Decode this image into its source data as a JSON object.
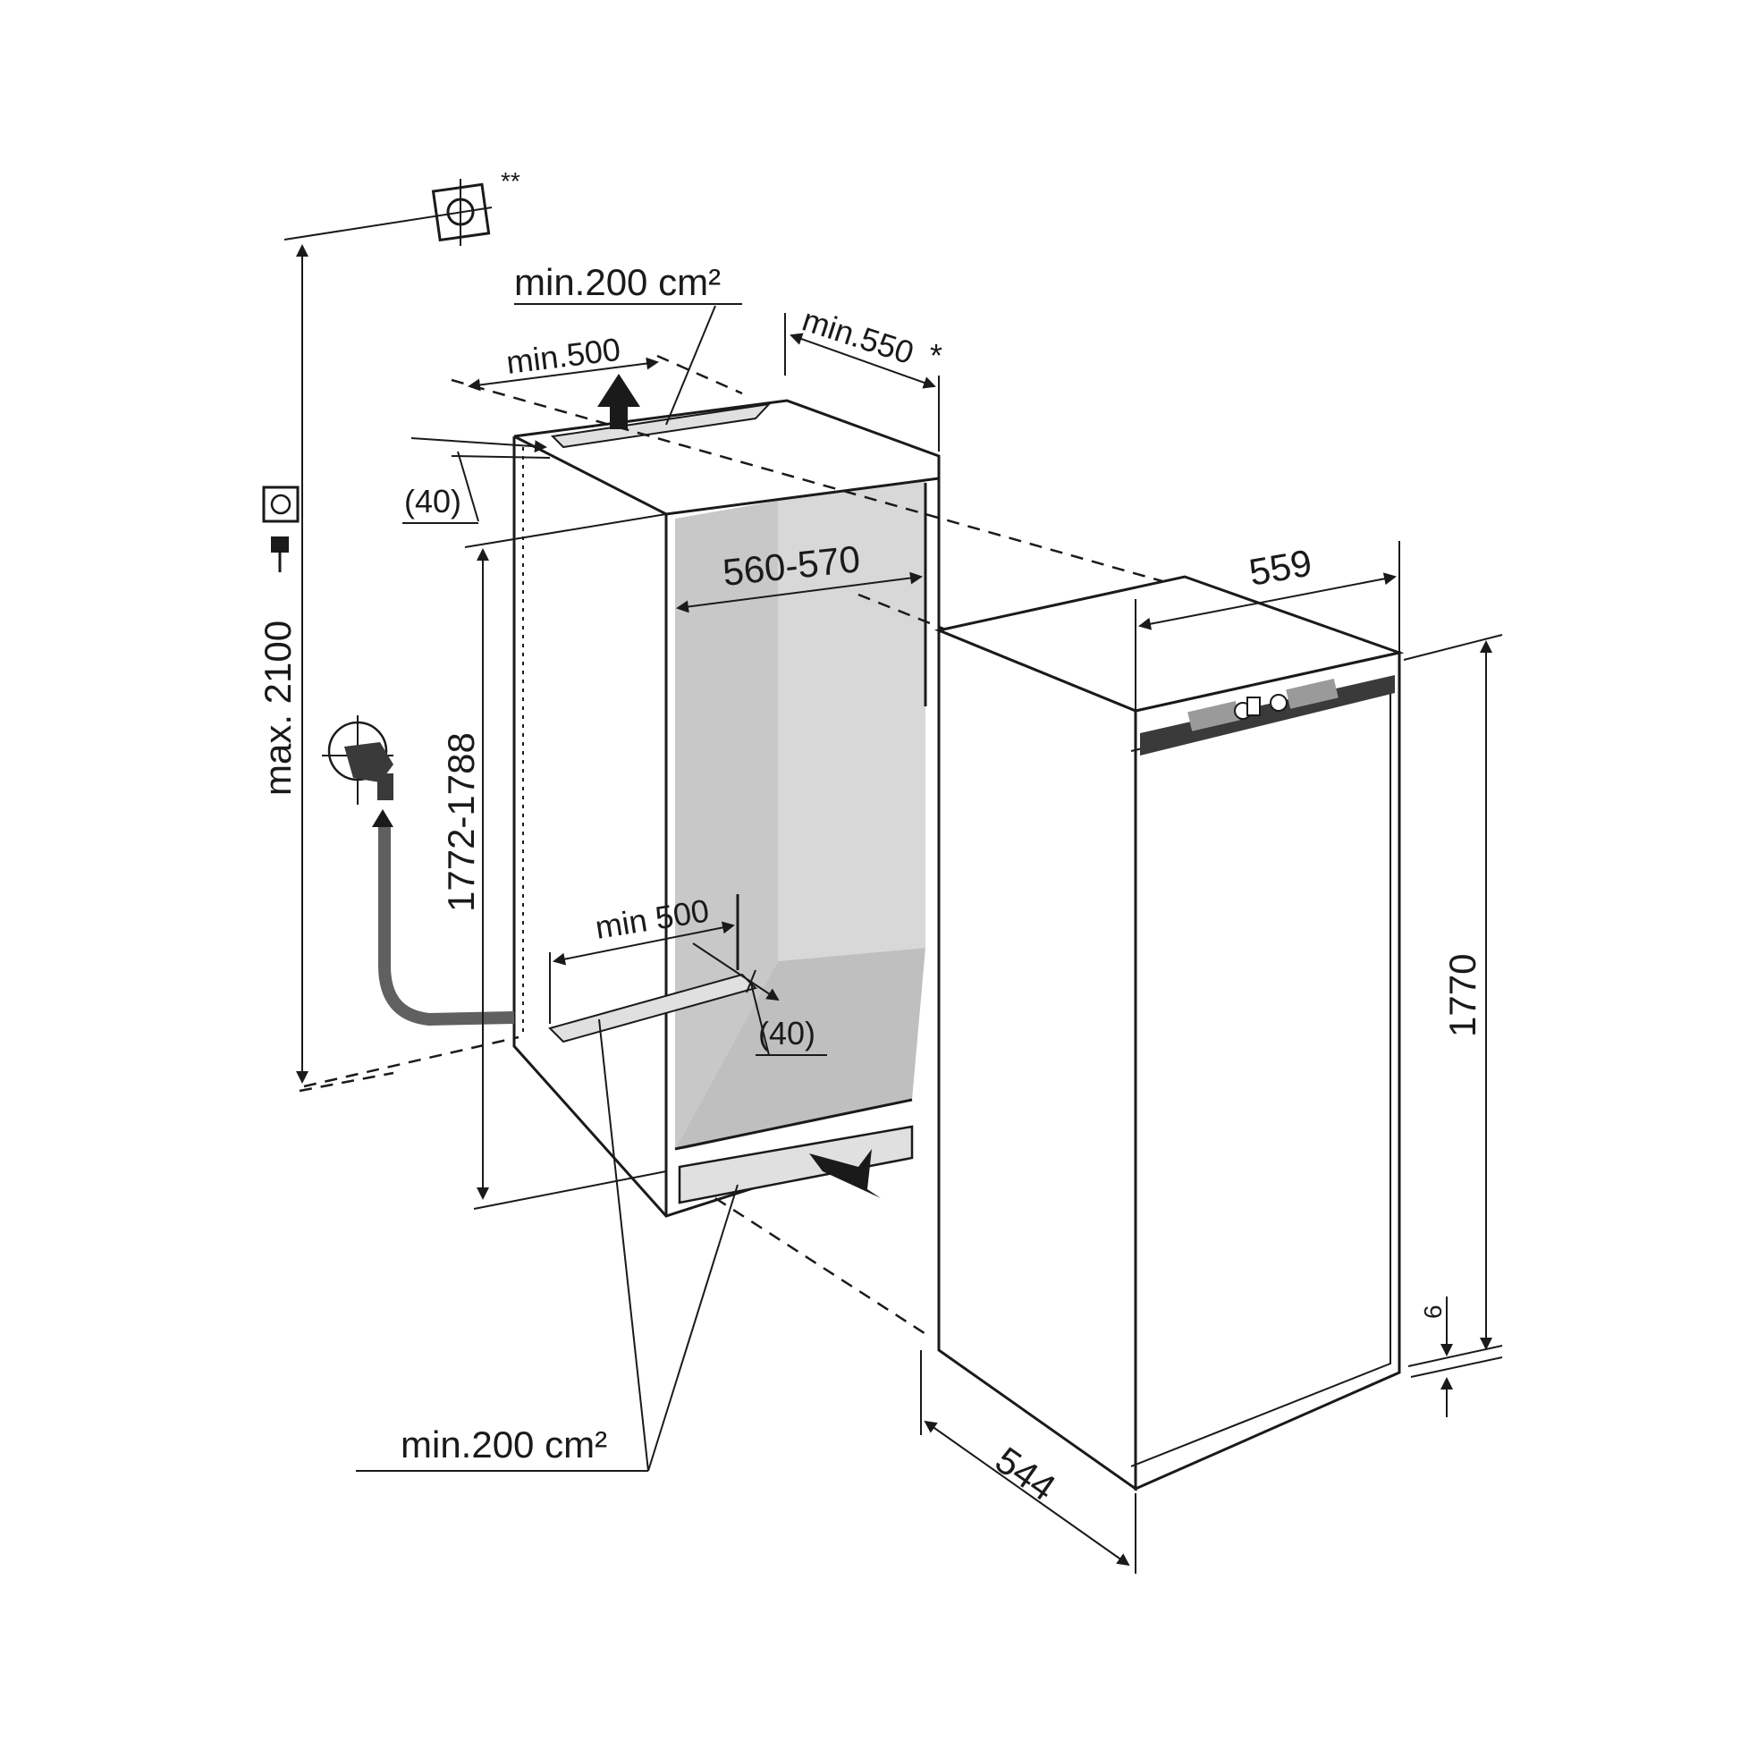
{
  "colors": {
    "ink": "#1a1a1a",
    "niche_wall": "#c8c8c8",
    "niche_back": "#d8d8d8",
    "vent": "#e0e0e0",
    "hose": "#606060"
  },
  "icons": [
    "socket-icon",
    "plug-icon",
    "water-tap-icon",
    "arrow-up-icon",
    "arrow-in-icon"
  ],
  "labels": {
    "top_ventilation": "min.200 cm²",
    "top_vent_width": "min.500",
    "rear_clearance": "min.550",
    "rear_clearance_note": "*",
    "top_offset": "(40)",
    "niche_height": "1772-1788",
    "niche_width": "560-570",
    "bottom_vent_width": "min 500",
    "bottom_offset": "(40)",
    "bottom_ventilation": "min.200 cm²",
    "max_height": "max. 2100",
    "socket_note": "**",
    "appliance_width": "559",
    "appliance_height": "1770",
    "appliance_depth": "544",
    "plinth_gap": "6"
  }
}
